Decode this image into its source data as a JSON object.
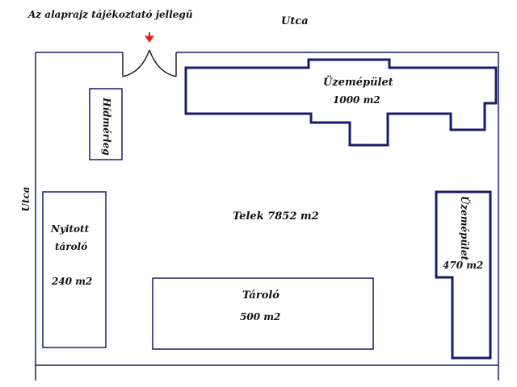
{
  "note": "Az alaprajz tájékoztató jellegű",
  "street_top": "Utca",
  "street_left": "Utca",
  "plot_label": "Telek 7852 m2",
  "colors": {
    "line": "#1a1a6e",
    "arrow": "#e02020",
    "text": "#111111"
  },
  "buildings": {
    "main_plant": {
      "name": "Üzemépület",
      "area": "1000 m2"
    },
    "side_plant": {
      "name": "Üzemépület",
      "area": "470 m2"
    },
    "scale": {
      "name": "Hídmérleg"
    },
    "open_storage": {
      "name_line1": "Nyitott",
      "name_line2": "tároló",
      "area": "240 m2"
    },
    "storage": {
      "name": "Tároló",
      "area": "500 m2"
    }
  },
  "icons": {
    "gate": "double-gate-icon",
    "entrance_arrow": "arrow-down-icon"
  }
}
